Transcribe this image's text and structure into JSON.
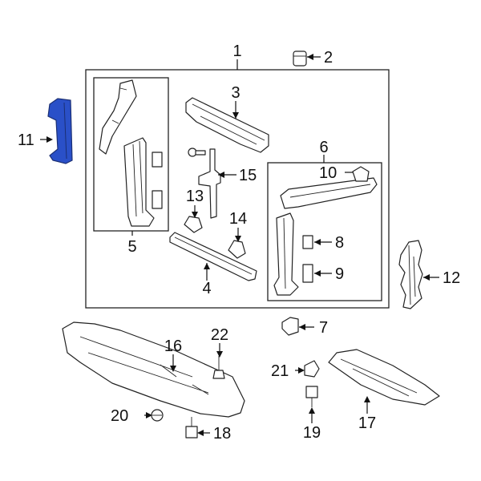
{
  "diagram": {
    "highlight_color": "#2a50c8",
    "highlighted_part": "11",
    "callouts": [
      "1",
      "2",
      "3",
      "4",
      "5",
      "6",
      "7",
      "8",
      "9",
      "10",
      "11",
      "12",
      "13",
      "14",
      "15",
      "16",
      "17",
      "18",
      "19",
      "20",
      "21",
      "22"
    ]
  }
}
